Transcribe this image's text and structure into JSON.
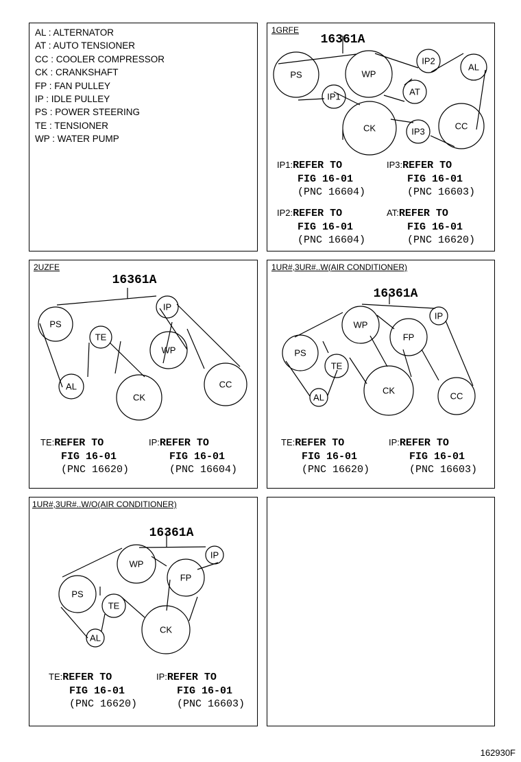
{
  "legend": [
    "AL : ALTERNATOR",
    "AT : AUTO TENSIONER",
    "CC : COOLER COMPRESSOR",
    "CK : CRANKSHAFT",
    "FP : FAN PULLEY",
    "IP : IDLE PULLEY",
    "PS : POWER STEERING",
    "TE : TENSIONER",
    "WP : WATER PUMP"
  ],
  "part_number": "16361A",
  "refer_to": "REFER TO",
  "figure": "FIG 16-01",
  "panels": {
    "p1": {
      "tag": "1GRFE",
      "pulleys": {
        "ps": "PS",
        "wp": "WP",
        "ip2": "IP2",
        "al": "AL",
        "ip1": "IP1",
        "at": "AT",
        "ck": "CK",
        "ip3": "IP3",
        "cc": "CC"
      },
      "notes": [
        {
          "key": "IP1:",
          "pnc": "(PNC 16604)"
        },
        {
          "key": "IP3:",
          "pnc": "(PNC 16603)"
        },
        {
          "key": "IP2:",
          "pnc": "(PNC 16604)"
        },
        {
          "key": "AT:",
          "pnc": "(PNC 16620)"
        }
      ]
    },
    "p2": {
      "tag": "2UZFE",
      "pulleys": {
        "ps": "PS",
        "ip": "IP",
        "te": "TE",
        "wp": "WP",
        "al": "AL",
        "ck": "CK",
        "cc": "CC"
      },
      "notes": [
        {
          "key": "TE:",
          "pnc": "(PNC 16620)"
        },
        {
          "key": "IP:",
          "pnc": "(PNC 16604)"
        }
      ]
    },
    "p3": {
      "tag": "1UR#,3UR#..W(AIR CONDITIONER)",
      "pulleys": {
        "wp": "WP",
        "ip": "IP",
        "fp": "FP",
        "ps": "PS",
        "te": "TE",
        "ck": "CK",
        "al": "AL",
        "cc": "CC"
      },
      "notes": [
        {
          "key": "TE:",
          "pnc": "(PNC 16620)"
        },
        {
          "key": "IP:",
          "pnc": "(PNC 16603)"
        }
      ]
    },
    "p4": {
      "tag": "1UR#,3UR#..W/O(AIR CONDITIONER)",
      "pulleys": {
        "wp": "WP",
        "ip": "IP",
        "fp": "FP",
        "ps": "PS",
        "te": "TE",
        "ck": "CK",
        "al": "AL"
      },
      "notes": [
        {
          "key": "TE:",
          "pnc": "(PNC 16620)"
        },
        {
          "key": "IP:",
          "pnc": "(PNC 16603)"
        }
      ]
    }
  },
  "illustration_code": "162930F"
}
